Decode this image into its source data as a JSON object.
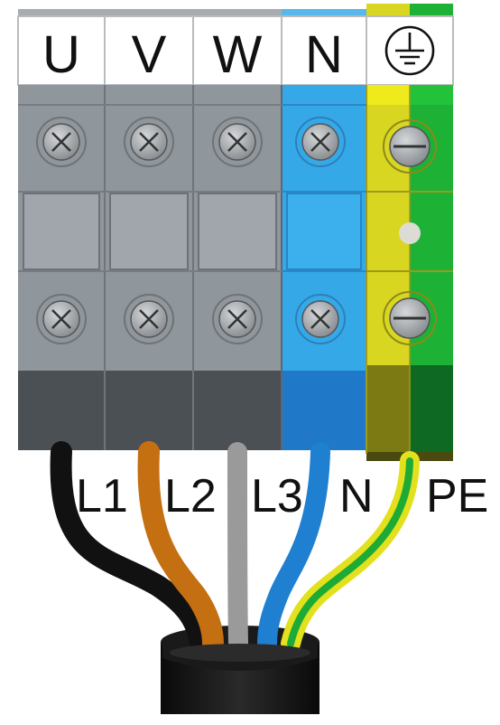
{
  "terminal_labels": {
    "u": "U",
    "v": "V",
    "w": "W",
    "n": "N",
    "earth_icon": "earth-ground-icon"
  },
  "wire_labels": {
    "l1": "L1",
    "l2": "L2",
    "l3": "L3",
    "n": "N",
    "pe": "PE"
  },
  "colors": {
    "housing_grey": "#8f969c",
    "housing_dark": "#4b5055",
    "neutral_blue": "#35a9e8",
    "neutral_blue_dark": "#1f79c8",
    "earth_yellow": "#d9d621",
    "earth_green": "#1db136",
    "wire_l1": "#111111",
    "wire_l2": "#c46f12",
    "wire_l3": "#9a9a9a",
    "wire_n": "#1f7fd0",
    "wire_pe_yellow": "#e3e01e",
    "wire_pe_green": "#1daa35"
  }
}
